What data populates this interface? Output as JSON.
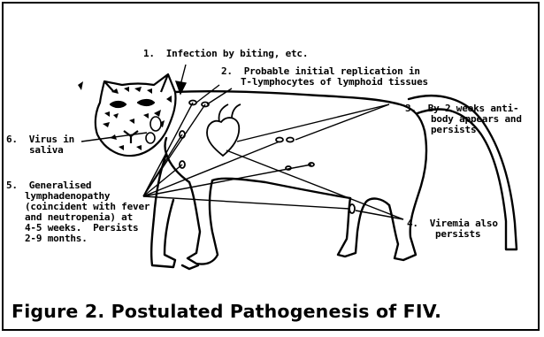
{
  "annotations": {
    "a1": "1.  Infection by biting, etc.",
    "a2_line1": "2.  Probable initial replication in",
    "a2_line2": "T-lymphocytes of lymphoid tissues",
    "a3_line1": "3.  By 2 weeks anti-",
    "a3_line2": "body appears and",
    "a3_line3": "persists",
    "a4_line1": "4.  Viremia also",
    "a4_line2": "persists",
    "a5_line1": "5.  Generalised",
    "a5_line2": "lymphadenopathy",
    "a5_line3": "(coincident with fever",
    "a5_line4": "and neutropenia) at",
    "a5_line5": "4-5 weeks.  Persists",
    "a5_line6": "2-9 months.",
    "a6_line1": "6.  Virus in",
    "a6_line2": "saliva"
  },
  "caption": "Figure 2. Postulated Pathogenesis of FIV.",
  "colors": {
    "ink": "#000000",
    "background": "#ffffff"
  }
}
